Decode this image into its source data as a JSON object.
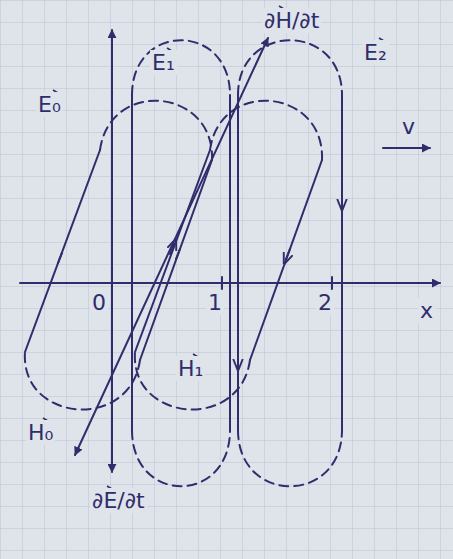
{
  "diagram": {
    "labels": [
      "E₀",
      "E₁",
      "∂H/∂t",
      "E₂",
      "v",
      "0",
      "1",
      "2",
      "x",
      "H₁",
      "H₀",
      "∂E/∂t"
    ]
  }
}
